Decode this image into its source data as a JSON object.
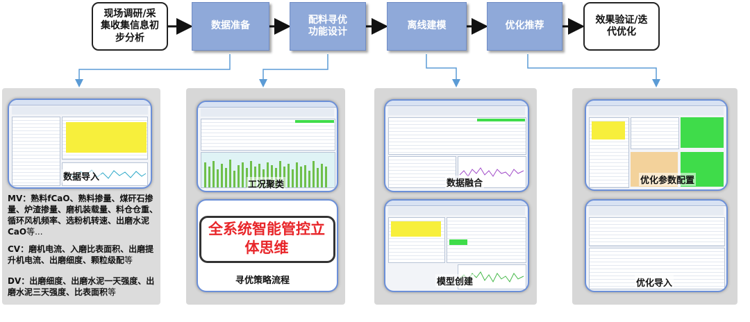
{
  "flow": {
    "step1": "现场调研/采集收集信息初步分析",
    "step2": "数据准备",
    "step3": "配料寻优功能设计",
    "step4": "离线建模",
    "step5": "优化推荐",
    "step6": "效果验证/迭代优化"
  },
  "panels": {
    "data_import": "数据导入",
    "cluster": "工况聚类",
    "strategy": "寻优策略流程",
    "fusion": "数据融合",
    "model": "模型创建",
    "opt_config": "优化参数配置",
    "opt_import": "优化导入"
  },
  "highlight": "全系统智能管控立体思维",
  "variables": {
    "mv_label": "MV：",
    "mv_text": "熟料fCaO、熟料掺量、煤矸石掺量、炉渣掺量、磨机装载量、料仓仓重、循环风机频率、选粉机转速、出磨水泥CaO",
    "mv_suffix": "等...",
    "cv_label": "CV：",
    "cv_text": "磨机电流、入磨比表面积、出磨提升机电流、出磨细度、颗粒级配",
    "cv_suffix": "等",
    "dv_label": "DV：",
    "dv_text": "出磨细度、出磨水泥一天强度、出磨水泥三天强度、比表面积",
    "dv_suffix": "等"
  },
  "colors": {
    "blue_box": "#8fa9d9",
    "connector": "#5b9bd5",
    "highlight_text": "#e8262a"
  }
}
